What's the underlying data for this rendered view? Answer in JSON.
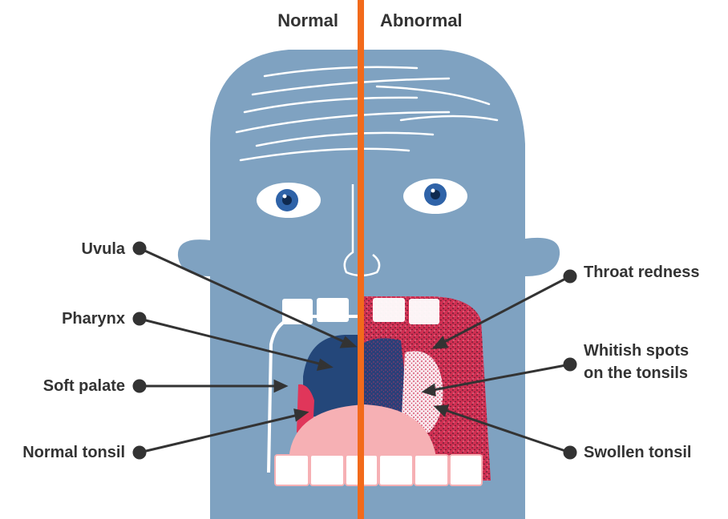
{
  "headers": {
    "left": "Normal",
    "right": "Abnormal"
  },
  "labels": {
    "uvula": "Uvula",
    "pharynx": "Pharynx",
    "soft_palate": "Soft palate",
    "normal_tonsil": "Normal tonsil",
    "throat_redness": "Throat redness",
    "whitish_spots_line1": "Whitish spots",
    "whitish_spots_line2": "on the tonsils",
    "swollen_tonsil": "Swollen tonsil"
  },
  "colors": {
    "face": "#7fa2c1",
    "divider": "#f26a1b",
    "throat_dark": "#24477a",
    "tonsil_red": "#e0365a",
    "tongue": "#f6b0b4",
    "redness": "#d02f52",
    "eye_iris": "#2f63a8",
    "label_text": "#333333"
  }
}
